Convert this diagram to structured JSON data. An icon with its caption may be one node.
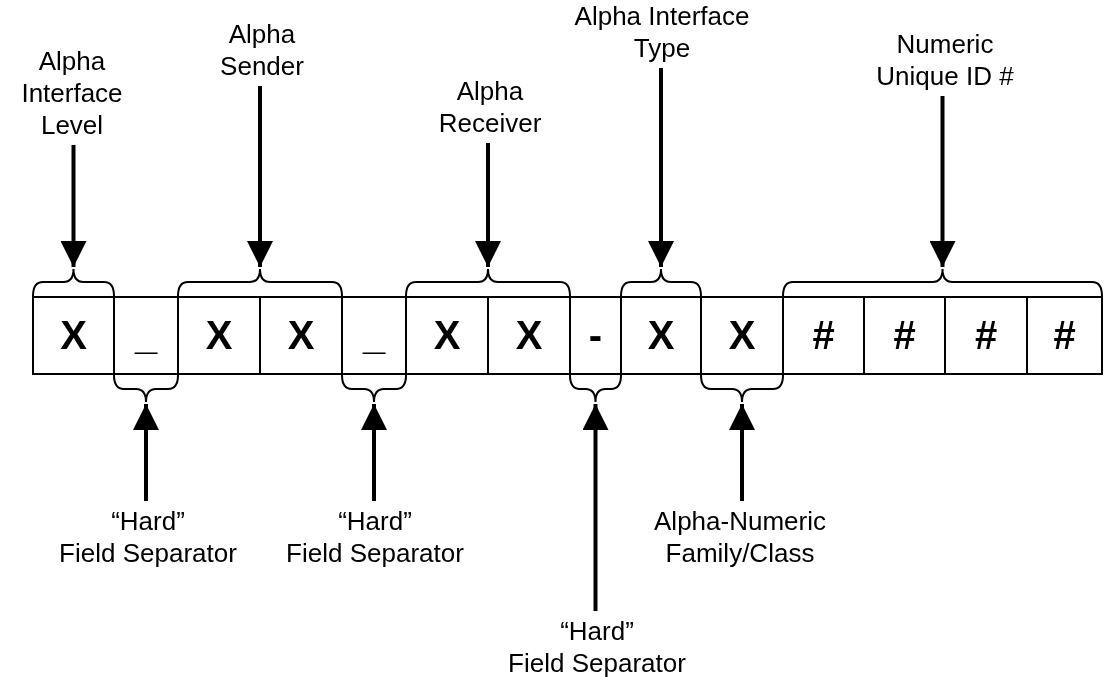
{
  "diagram": {
    "nodes": [
      {
        "text": [
          "Alpha Interface Level"
        ]
      },
      {
        "text": [
          "Alpha Sender"
        ]
      },
      {
        "text": [
          "Alpha Receiver"
        ]
      },
      {
        "text": [
          "Alpha Interface Type"
        ]
      },
      {
        "text": [
          "Numeric Unique ID #"
        ]
      },
      {
        "text": [],
        "shape": "brace"
      },
      {
        "text": [],
        "shape": "brace"
      },
      {
        "text": [],
        "shape": "brace"
      },
      {
        "text": [],
        "shape": "brace"
      },
      {
        "text": [],
        "shape": "brace"
      },
      {
        "text": [
          "X"
        ]
      },
      {
        "text": [
          "_"
        ]
      },
      {
        "text": [
          "X"
        ]
      },
      {
        "text": [
          "X"
        ]
      },
      {
        "text": [
          "_"
        ]
      },
      {
        "text": [
          "X"
        ]
      },
      {
        "text": [
          "X"
        ]
      },
      {
        "text": [
          "-"
        ]
      },
      {
        "text": [
          "X"
        ]
      },
      {
        "text": [
          "X"
        ]
      },
      {
        "text": [
          "#"
        ]
      },
      {
        "text": [
          "#"
        ]
      },
      {
        "text": [
          "#"
        ]
      },
      {
        "text": [
          "#"
        ]
      },
      {
        "text": [],
        "shape": "brace"
      },
      {
        "text": [],
        "shape": "brace"
      },
      {
        "text": [],
        "shape": "brace"
      },
      {
        "text": [],
        "shape": "brace"
      },
      {
        "text": [
          "“Hard”",
          "Field Separator"
        ]
      },
      {
        "text": [
          "“Hard”",
          "Field Separator"
        ]
      },
      {
        "text": [
          "Alpha-Numeric Family/Class"
        ]
      },
      {
        "text": [
          "“Hard”",
          "Field Separator"
        ]
      }
    ],
    "edges": [
      {
        "from": 0,
        "to": 5,
        "arrow": "to"
      },
      {
        "from": 1,
        "to": 6,
        "arrow": "to"
      },
      {
        "from": 2,
        "to": 7,
        "arrow": "to"
      },
      {
        "from": 3,
        "to": 8,
        "arrow": "to"
      },
      {
        "from": 4,
        "to": 9,
        "arrow": "to"
      },
      {
        "from": 28,
        "to": 24,
        "arrow": "to"
      },
      {
        "from": 29,
        "to": 25,
        "arrow": "to"
      },
      {
        "from": 30,
        "to": 27,
        "arrow": "to"
      },
      {
        "from": 31,
        "to": 26,
        "arrow": "to"
      }
    ]
  }
}
